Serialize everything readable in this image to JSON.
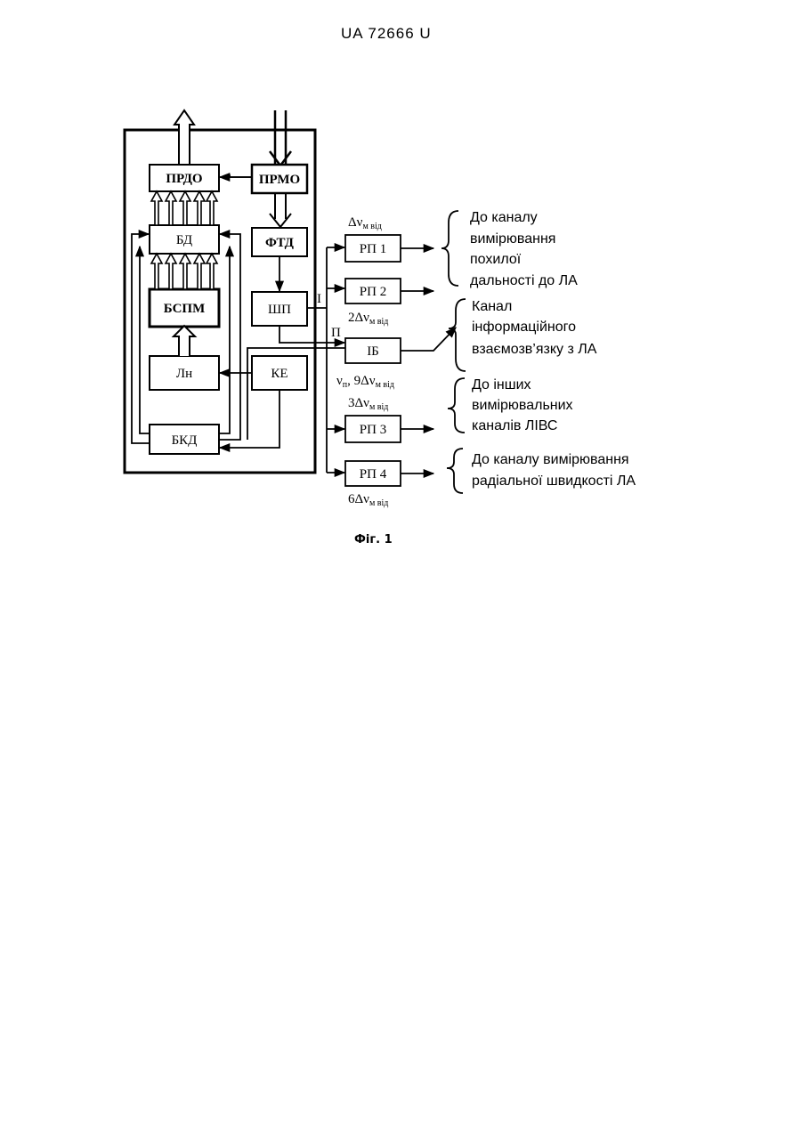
{
  "header": {
    "patent_number": "UA   72666   U"
  },
  "figure": {
    "caption": "Фіг. 1",
    "blocks": {
      "prdo": "ПРДО",
      "prmo": "ПРМО",
      "bd": "БД",
      "ftd": "ФТД",
      "bspm": "БСПМ",
      "shp": "ШП",
      "ln": "Лн",
      "ke": "КЕ",
      "bkd": "БКД",
      "ib": "ІБ",
      "rp1": "РП 1",
      "rp2": "РП 2",
      "rp3": "РП 3",
      "rp4": "РП 4"
    },
    "output_labels": {
      "I": "I",
      "II": "П"
    },
    "freq_labels": {
      "rp1": {
        "coef": "",
        "base": "Δν",
        "sub": "м від"
      },
      "rp2": {
        "coef": "2",
        "base": "Δν",
        "sub": "м від"
      },
      "ib_prefix": "ν",
      "ib_prefix_sub": "п",
      "ib_mid": ", 9",
      "ib_base": "Δν",
      "ib_sub": "м від",
      "rp3": {
        "coef": "3",
        "base": "Δν",
        "sub": "м від"
      },
      "rp4": {
        "coef": "6",
        "base": "Δν",
        "sub": "м від"
      }
    },
    "annotations": {
      "a1": [
        "До каналу",
        "вимірювання",
        "похилої",
        "дальності до ЛА"
      ],
      "a2": [
        "Канал",
        "інформаційного",
        "взаємозв’язку з ЛА"
      ],
      "a3": [
        "До інших",
        "вимірювальних",
        "каналів ЛІВС"
      ],
      "a4": [
        "До каналу вимірювання",
        "радіальної швидкості ЛА"
      ]
    }
  }
}
